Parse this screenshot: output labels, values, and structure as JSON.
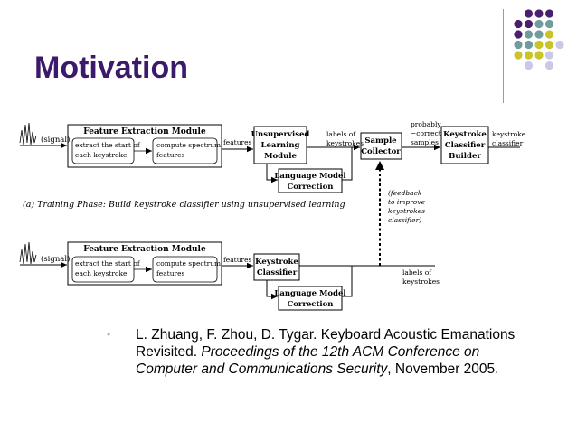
{
  "slide": {
    "title": "Motivation",
    "colors": {
      "title": "#3b1a6b",
      "dot_purple": "#4b1f6f",
      "dot_teal": "#6f9c9f",
      "dot_olive": "#c8c42a",
      "dot_lavender": "#c9c9e6"
    }
  },
  "diagram": {
    "training": {
      "signal": "(signal)",
      "fem_title": "Feature Extraction Module",
      "fem_left_1": "extract the start of",
      "fem_left_2": "each keystroke",
      "fem_right_1": "compute spectrum",
      "fem_right_2": "features",
      "features": "features",
      "unsup_1": "Unsupervised",
      "unsup_2": "Learning",
      "unsup_3": "Module",
      "lm_1": "Language Model",
      "lm_2": "Correction",
      "labels_1": "labels of",
      "labels_2": "keystrokes",
      "sample_1": "Sample",
      "sample_2": "Collector",
      "probably_1": "probably",
      "probably_2": "−correct",
      "probably_3": "samples",
      "builder_1": "Keystroke",
      "builder_2": "Classifier",
      "builder_3": "Builder",
      "out_1": "keystroke",
      "out_2": "classifier",
      "caption": "(a) Training Phase: Build keystroke classifier using unsupervised learning"
    },
    "feedback": [
      "(feedback",
      "to improve",
      "keystrokes",
      "classifier)"
    ],
    "recognition": {
      "signal": "(signal)",
      "fem_title": "Feature Extraction Module",
      "fem_left_1": "extract the start of",
      "fem_left_2": "each keystroke",
      "fem_right_1": "compute spectrum",
      "fem_right_2": "features",
      "features": "features",
      "kc_1": "Keystroke",
      "kc_2": "Classifier",
      "lm_1": "Language Model",
      "lm_2": "Correction",
      "labels_1": "labels of",
      "labels_2": "keystrokes"
    }
  },
  "citation": {
    "part1": "L. Zhuang, F. Zhou, D. Tygar. Keyboard Acoustic Emanations Revisited. ",
    "venue": "Proceedings of the 12th ACM Conference on Computer and Communications Security",
    "part2": ", November 2005."
  }
}
